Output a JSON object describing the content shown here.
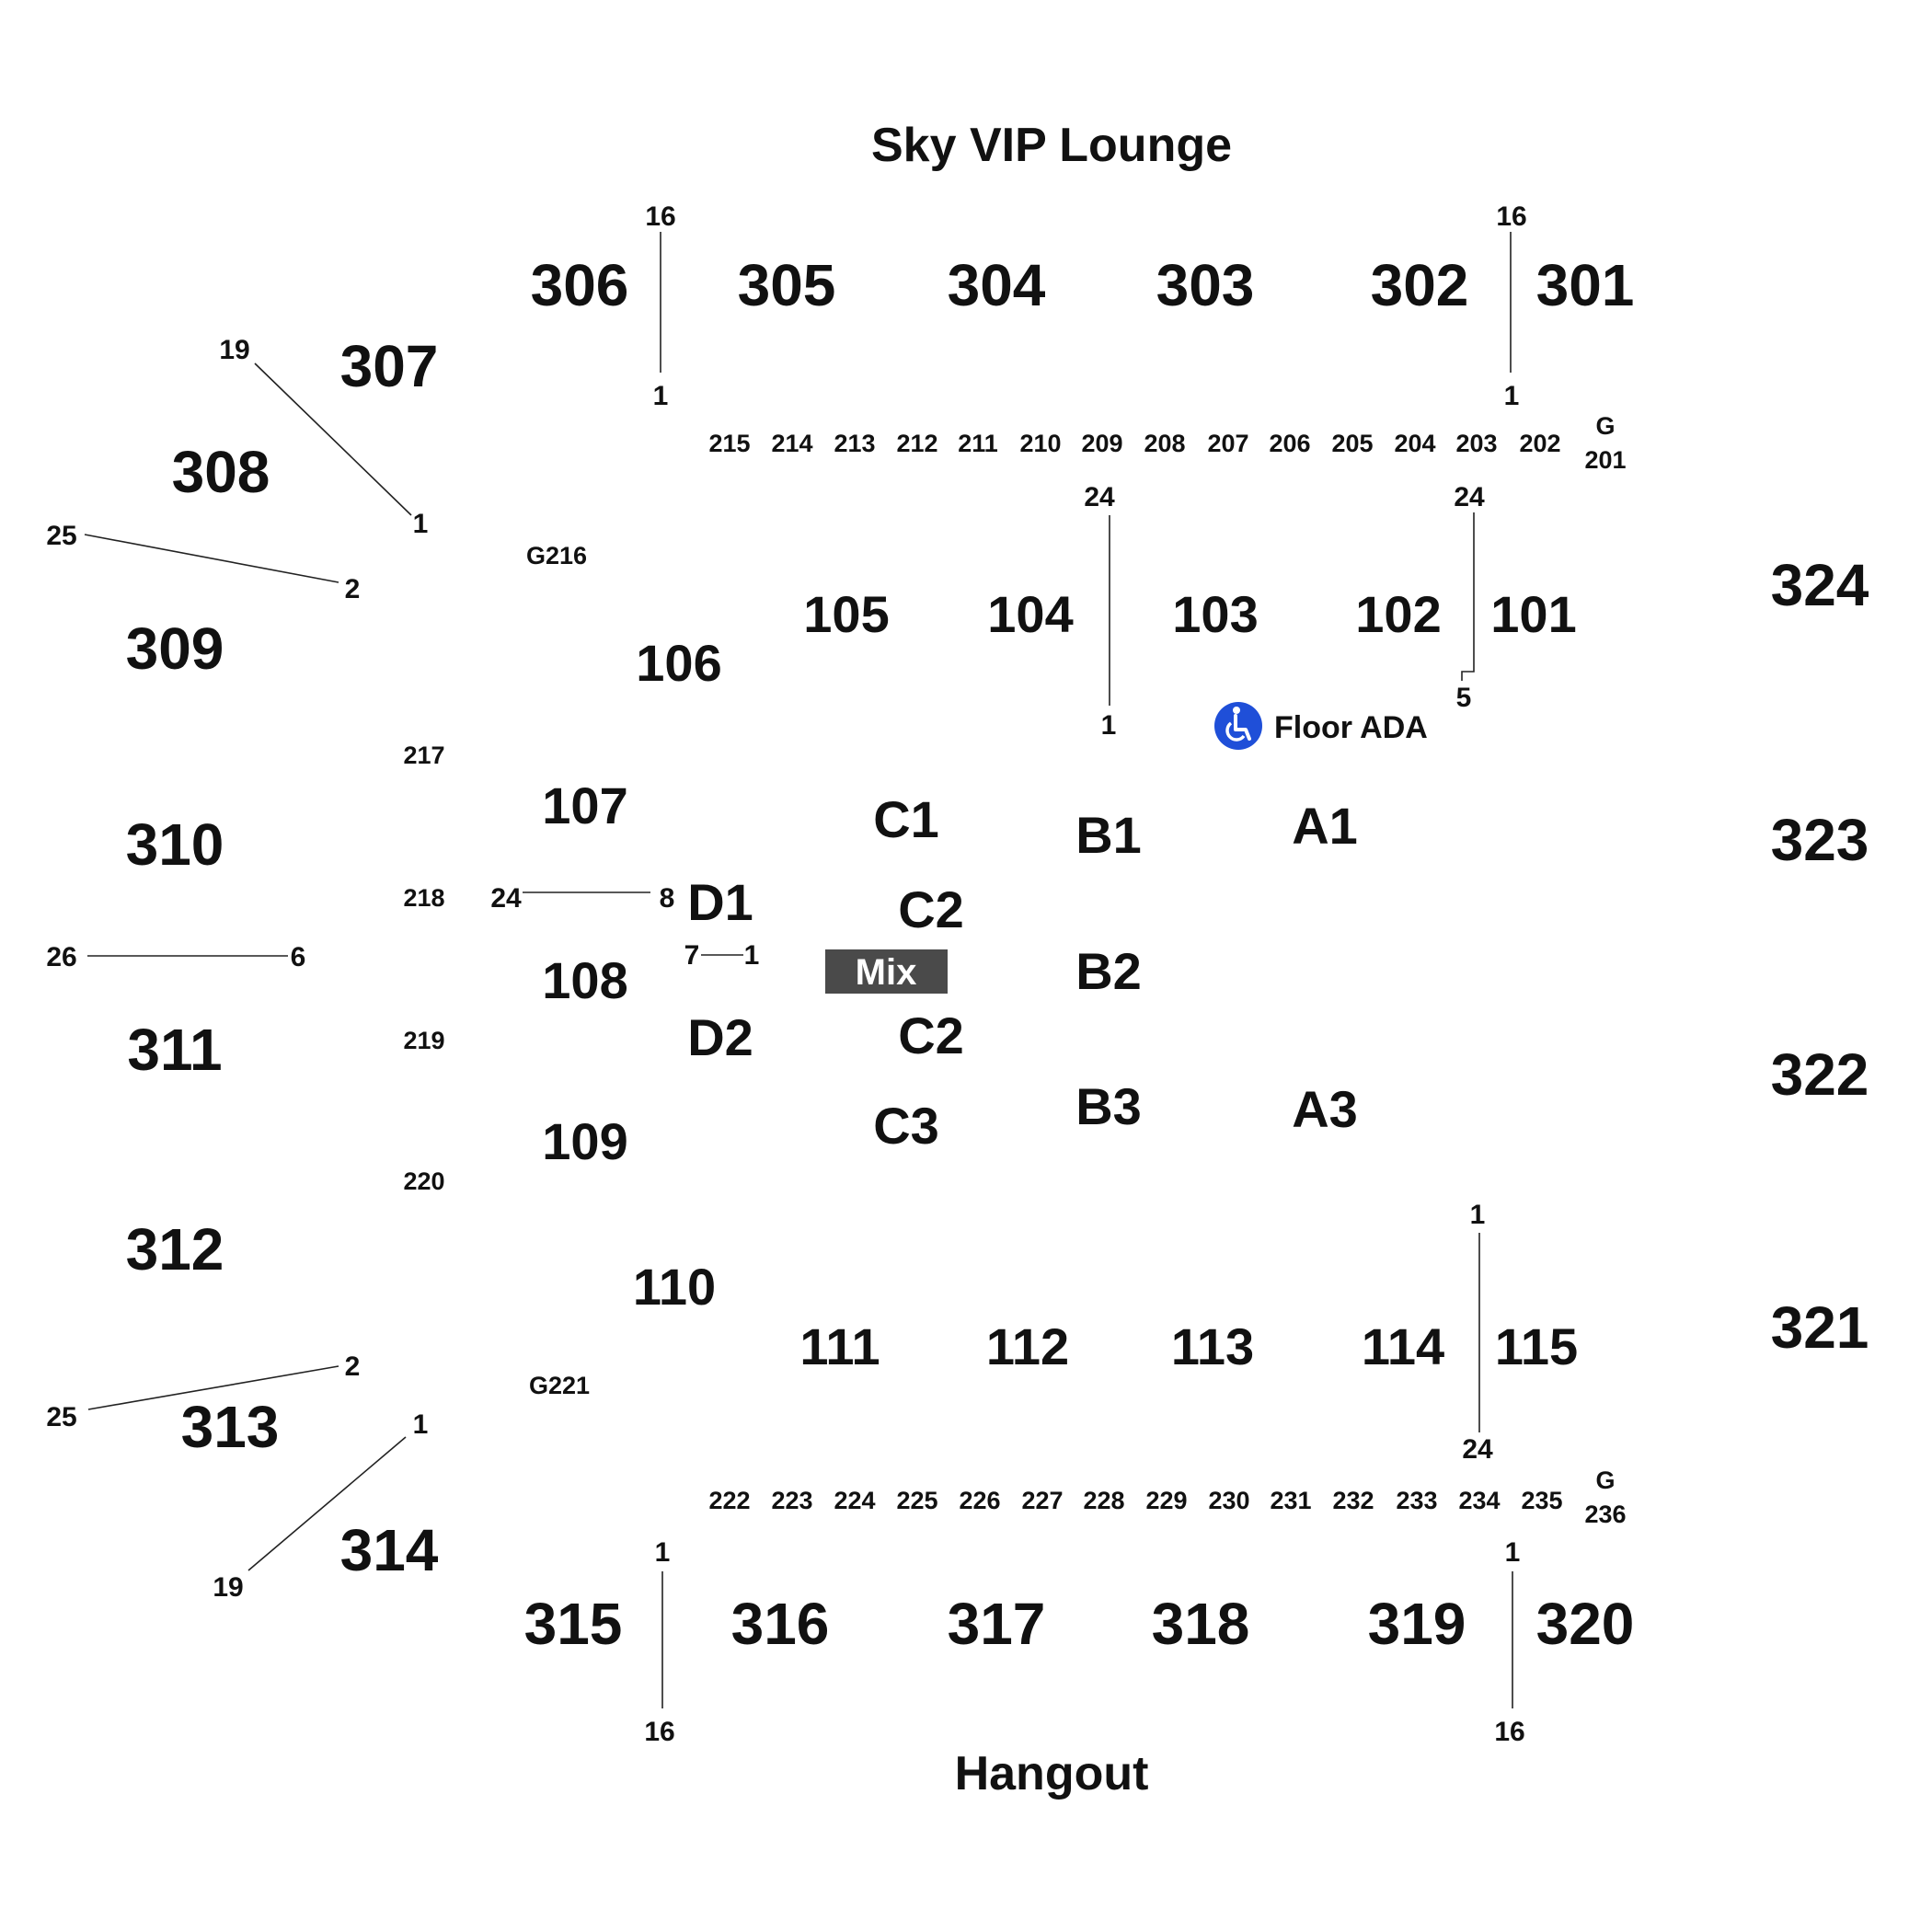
{
  "venue_labels": {
    "top": "Sky VIP Lounge",
    "bottom": "Hangout"
  },
  "sections_300": [
    "301",
    "302",
    "303",
    "304",
    "305",
    "306",
    "307",
    "308",
    "309",
    "310",
    "311",
    "312",
    "313",
    "314",
    "315",
    "316",
    "317",
    "318",
    "319",
    "320",
    "321",
    "322",
    "323",
    "324"
  ],
  "sections_200": [
    "202",
    "203",
    "204",
    "205",
    "206",
    "207",
    "208",
    "209",
    "210",
    "211",
    "212",
    "213",
    "214",
    "215",
    "217",
    "218",
    "219",
    "220",
    "222",
    "223",
    "224",
    "225",
    "226",
    "227",
    "228",
    "229",
    "230",
    "231",
    "232",
    "233",
    "234",
    "235"
  ],
  "sections_100": [
    "101",
    "102",
    "103",
    "104",
    "105",
    "106",
    "107",
    "108",
    "109",
    "110",
    "111",
    "112",
    "113",
    "114",
    "115"
  ],
  "group_sections": {
    "g201_top": "G",
    "g201_bottom": "201",
    "g236_top": "G",
    "g236_bottom": "236",
    "g216": "G216",
    "g221": "G221"
  },
  "floor_sections": [
    "A1",
    "A3",
    "B1",
    "B2",
    "B3",
    "C1",
    "C2",
    "C2",
    "C3",
    "D1",
    "D2"
  ],
  "mix": {
    "label": "Mix",
    "color": "#4a4a4a"
  },
  "ada": {
    "label": "Floor ADA",
    "icon": "wheelchair-icon",
    "color": "#1f4fd8"
  },
  "row_numbers": {
    "top_left_upper": {
      "high": "16",
      "low": "1"
    },
    "top_right_upper": {
      "high": "16",
      "low": "1"
    },
    "left_307": {
      "high": "19",
      "low": "1"
    },
    "left_308": {
      "high": "25",
      "low": "2"
    },
    "left_310": {
      "high": "26",
      "low": "6"
    },
    "left_313": {
      "high": "25",
      "low": "2"
    },
    "left_314": {
      "high": "19",
      "low": "1"
    },
    "bottom_left_upper": {
      "low": "1",
      "high": "16"
    },
    "bottom_right_upper": {
      "low": "1",
      "high": "16"
    },
    "lower_104": {
      "high": "24",
      "low": "1"
    },
    "lower_101": {
      "high": "24",
      "low": "5"
    },
    "lower_114": {
      "low": "1",
      "high": "24"
    },
    "lower_107": {
      "high": "24",
      "low": "8"
    },
    "lower_108": {
      "high": "7",
      "low": "1"
    }
  }
}
